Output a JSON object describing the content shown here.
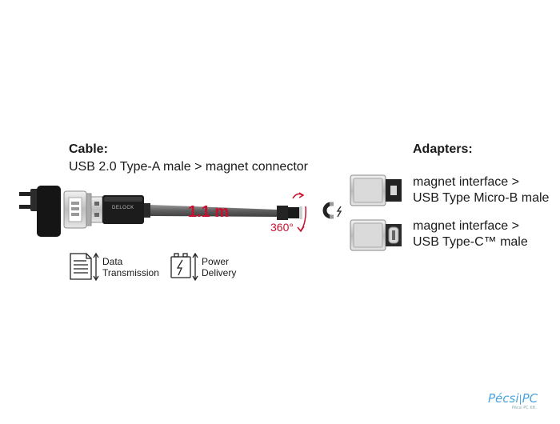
{
  "cable": {
    "heading": "Cable:",
    "description": "USB 2.0 Type-A male > magnet connector",
    "length_label": "1.1 m",
    "rotation_label": "360°",
    "brand_label": "DELOCK"
  },
  "adapters": {
    "heading": "Adapters:",
    "items": [
      {
        "line1": "magnet interface >",
        "line2": "USB Type Micro-B male"
      },
      {
        "line1": "magnet interface >",
        "line2": "USB Type-C™ male"
      }
    ]
  },
  "features": [
    {
      "line1": "Data",
      "line2": "Transmission",
      "icon": "document-icon"
    },
    {
      "line1": "Power",
      "line2": "Delivery",
      "icon": "battery-icon"
    }
  ],
  "watermark": {
    "brand_left": "Pécsi",
    "brand_right": "PC",
    "tagline": "Pécsi PC Kft."
  },
  "colors": {
    "accent": "#c8102e",
    "cable_gray": "#6b6b6b",
    "watermark": "#4aa3df"
  }
}
